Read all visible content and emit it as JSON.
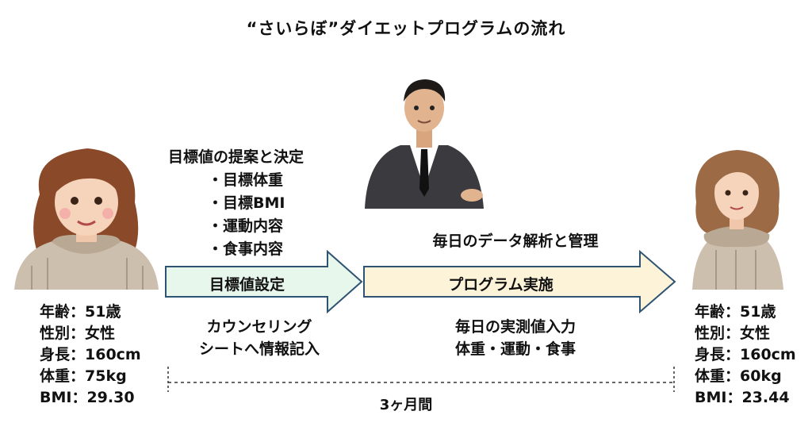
{
  "title": "“さいらぼ”ダイエットプログラムの流れ",
  "before": {
    "lines": [
      "年齢：51歳",
      "性別：女性",
      "身長：160cm",
      "体重：75kg",
      "BMI：29.30"
    ]
  },
  "after": {
    "lines": [
      "年齢：51歳",
      "性別：女性",
      "身長：160cm",
      "体重：60kg",
      "BMI：23.44"
    ]
  },
  "proposal": {
    "heading": "目標値の提案と決定",
    "items": [
      "・目標体重",
      "・目標BMI",
      "・運動内容",
      "・食事内容"
    ]
  },
  "step1": {
    "label": "目標値設定",
    "note_lines": [
      "カウンセリング",
      "シートへ情報記入"
    ],
    "fill": "#e8f7ec"
  },
  "step2": {
    "label": "プログラム実施",
    "above": "毎日のデータ解析と管理",
    "note_lines": [
      "毎日の実測値入力",
      "体重・運動・食事"
    ],
    "fill": "#fdf3d8"
  },
  "duration": "3ヶ月間",
  "colors": {
    "arrow_stroke": "#2e5373",
    "sweater": "#cdbfae",
    "hair_before": "#8a4a2a",
    "hair_after": "#9c6a44",
    "suit": "#3a3a3f"
  }
}
